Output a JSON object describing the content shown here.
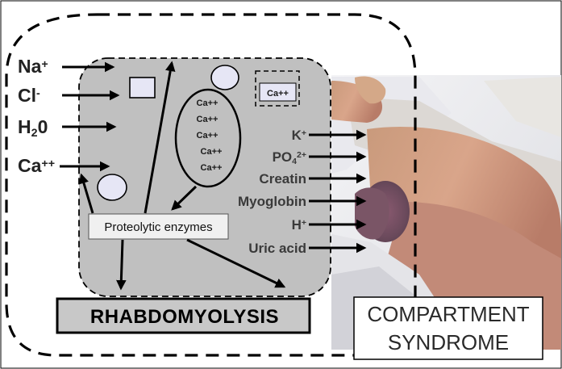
{
  "colors": {
    "cell_fill": "#c0c0c0",
    "arrow": "#000000",
    "title_box_fill": "#c8c8c8",
    "vesicle_fill": "#e6e6f5",
    "text": "#222222"
  },
  "left_ions": [
    {
      "base": "Na",
      "sup": "+"
    },
    {
      "base": "Cl",
      "sup": "-"
    },
    {
      "base": "H",
      "sub": "2",
      "tail": "0"
    },
    {
      "base": "Ca",
      "sup": "++"
    }
  ],
  "right_ions": [
    {
      "base": "K",
      "sup": "+"
    },
    {
      "base": "PO",
      "sub": "4",
      "sup": "2+"
    },
    {
      "base": "Creatin"
    },
    {
      "base": "Myoglobin"
    },
    {
      "base": "H",
      "sup": "+"
    },
    {
      "base": "Uric acid"
    }
  ],
  "sarcoplasmic_calcium": [
    "Ca++",
    "Ca++",
    "Ca++",
    "Ca++",
    "Ca++"
  ],
  "calcium_channel_label": "Ca++",
  "enzymes_label": "Proteolytic enzymes",
  "titles": {
    "rhabdomyolysis": "RHABDOMYOLYSIS",
    "compartment_line1": "COMPARTMENT",
    "compartment_line2": "SYNDROME"
  },
  "photo": {
    "icon": "swollen-leg-photo"
  }
}
